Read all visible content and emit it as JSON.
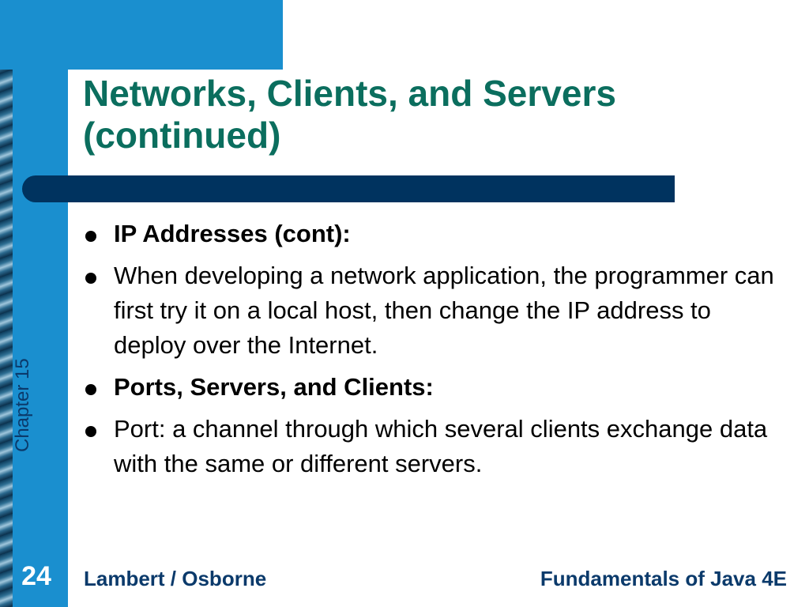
{
  "slide": {
    "title_line1": "Networks, Clients, and Servers",
    "title_line2": "(continued)",
    "bullets": [
      {
        "text": "IP Addresses (cont):"
      },
      {
        "text": "When developing a network application, the programmer can first try it on a local host, then change the IP address to deploy over the Internet."
      },
      {
        "text": "Ports, Servers, and Clients:"
      },
      {
        "text": "Port: a channel through which several clients exchange data with the same or different servers."
      }
    ]
  },
  "sidebar": {
    "chapter_label": "Chapter 15"
  },
  "footer": {
    "page_number": "24",
    "authors": "Lambert / Osborne",
    "book_title": "Fundamentals of Java 4E"
  },
  "colors": {
    "accent_blue": "#1a8fcf",
    "navy_bar": "#00335f",
    "title_green": "#0b6e5e",
    "footer_text": "#0b3a6b"
  }
}
